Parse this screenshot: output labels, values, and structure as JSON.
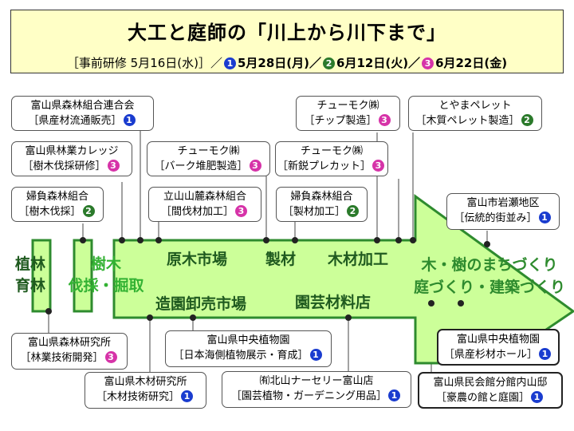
{
  "title": {
    "main": "大工と庭師の「川上から川下まで」",
    "pre": "［事前研修 5月16日(水)］／",
    "sessions": [
      {
        "num": "1",
        "color": "#1a3ccf",
        "text": "5月28日(月)／"
      },
      {
        "num": "2",
        "color": "#2b7a2b",
        "text": "6月12日(火)／"
      },
      {
        "num": "3",
        "color": "#d633a8",
        "text": "6月22日(金)"
      }
    ]
  },
  "colors": {
    "arrow_fill": "#ccff99",
    "arrow_stroke": "#2e8b2e",
    "bar_fill": "#ccff99"
  },
  "stages": {
    "plant": [
      "植林",
      "育林"
    ],
    "harvest": [
      "樹木",
      "伐採・掘取"
    ],
    "log_market": "原木市場",
    "lumber": "製材",
    "processing": "木材加工",
    "nursery_market": "造園卸売市場",
    "garden_store": "園芸材料店",
    "goal": [
      "木・樹のまちづくり",
      "庭づくり・建築づくり"
    ]
  },
  "boxes": {
    "forestry_union": {
      "line1": "富山県森林組合連合会",
      "line2": "［県産材流通販売］",
      "num": "1"
    },
    "forestry_college": {
      "line1": "富山県林業カレッジ",
      "line2": "［樹木伐採研修］",
      "num": "3"
    },
    "nei_forest_1": {
      "line1": "婦負森林組合",
      "line2": "［樹木伐採］",
      "num": "2"
    },
    "chumoku_compost": {
      "line1": "チューモク㈱",
      "line2": "［バーク堆肥製造］",
      "num": "3"
    },
    "tateyama": {
      "line1": "立山山麓森林組合",
      "line2": "［間伐材加工］",
      "num": "3"
    },
    "chumoku_chip": {
      "line1": "チューモク㈱",
      "line2": "［チップ製造］",
      "num": "3"
    },
    "chumoku_precut": {
      "line1": "チューモク㈱",
      "line2": "［新鋭プレカット］",
      "num": "3"
    },
    "nei_forest_2": {
      "line1": "婦負森林組合",
      "line2": "［製材加工］",
      "num": "2"
    },
    "toyama_pellet": {
      "line1": "とやまペレット",
      "line2": "［木質ペレット製造］",
      "num": "2"
    },
    "iwase": {
      "line1": "富山市岩瀬地区",
      "line2": "［伝統的街並み］",
      "num": "1"
    },
    "forest_research": {
      "line1": "富山県森林研究所",
      "line2": "［林業技術開発］",
      "num": "3"
    },
    "timber_research": {
      "line1": "富山県木材研究所",
      "line2": "［木材技術研究］",
      "num": "1"
    },
    "botanic_1": {
      "line1": "富山県中央植物園",
      "line2": "［日本海側植物展示・育成］",
      "num": "1"
    },
    "kitayama": {
      "line1": "㈲北山ナーセリー富山店",
      "line2": "［園芸植物・ガーデニング用品］",
      "num": "1"
    },
    "botanic_2": {
      "line1": "富山県中央植物園",
      "line2": "［県産杉材ホール］",
      "num": "1"
    },
    "uchiyama": {
      "line1": "富山県民会館分館内山邸",
      "line2": "［豪農の館と庭園］",
      "num": "1"
    }
  }
}
